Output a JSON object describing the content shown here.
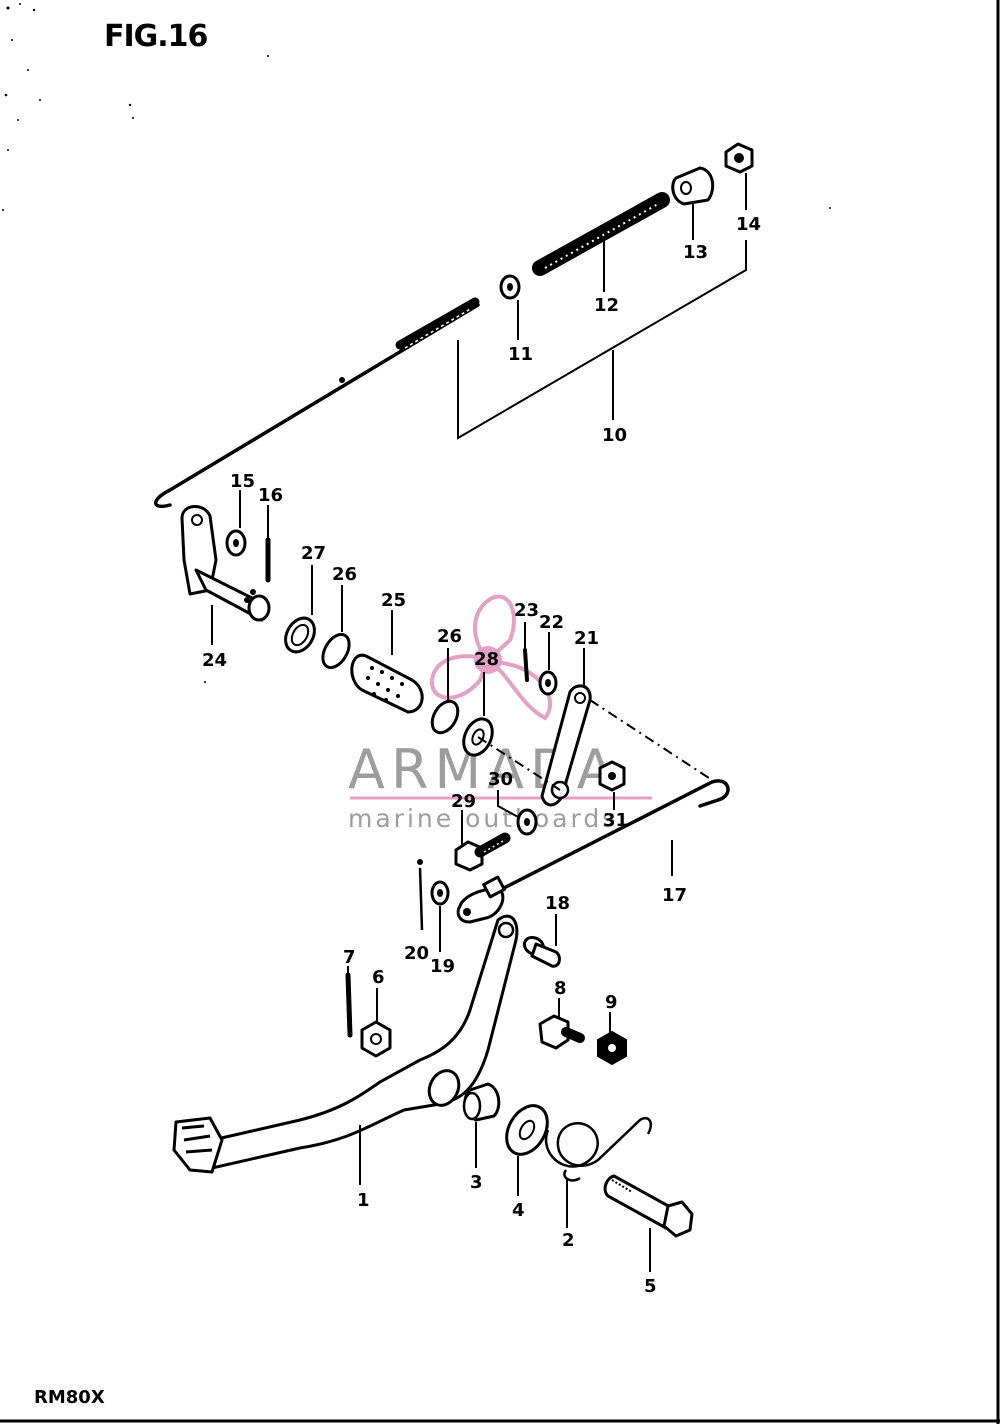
{
  "figure": {
    "title": "FIG.16",
    "model": "RM80X"
  },
  "watermark": {
    "brand": "ARMADA",
    "tagline": "marine outboards",
    "colors": {
      "logo": "#e3a1c6",
      "text": "#8c8c8c",
      "line": "#e3a1c6"
    }
  },
  "callouts": {
    "c1": "1",
    "c2": "2",
    "c3": "3",
    "c4": "4",
    "c5": "5",
    "c6": "6",
    "c7": "7",
    "c8": "8",
    "c9": "9",
    "c10": "10",
    "c11": "11",
    "c12": "12",
    "c13": "13",
    "c14": "14",
    "c15": "15",
    "c16": "16",
    "c17": "17",
    "c18": "18",
    "c19": "19",
    "c20": "20",
    "c21": "21",
    "c22": "22",
    "c23": "23",
    "c24": "24",
    "c25": "25",
    "c26a": "26",
    "c26b": "26",
    "c27": "27",
    "c28": "28",
    "c29": "29",
    "c30": "30",
    "c31": "31"
  }
}
